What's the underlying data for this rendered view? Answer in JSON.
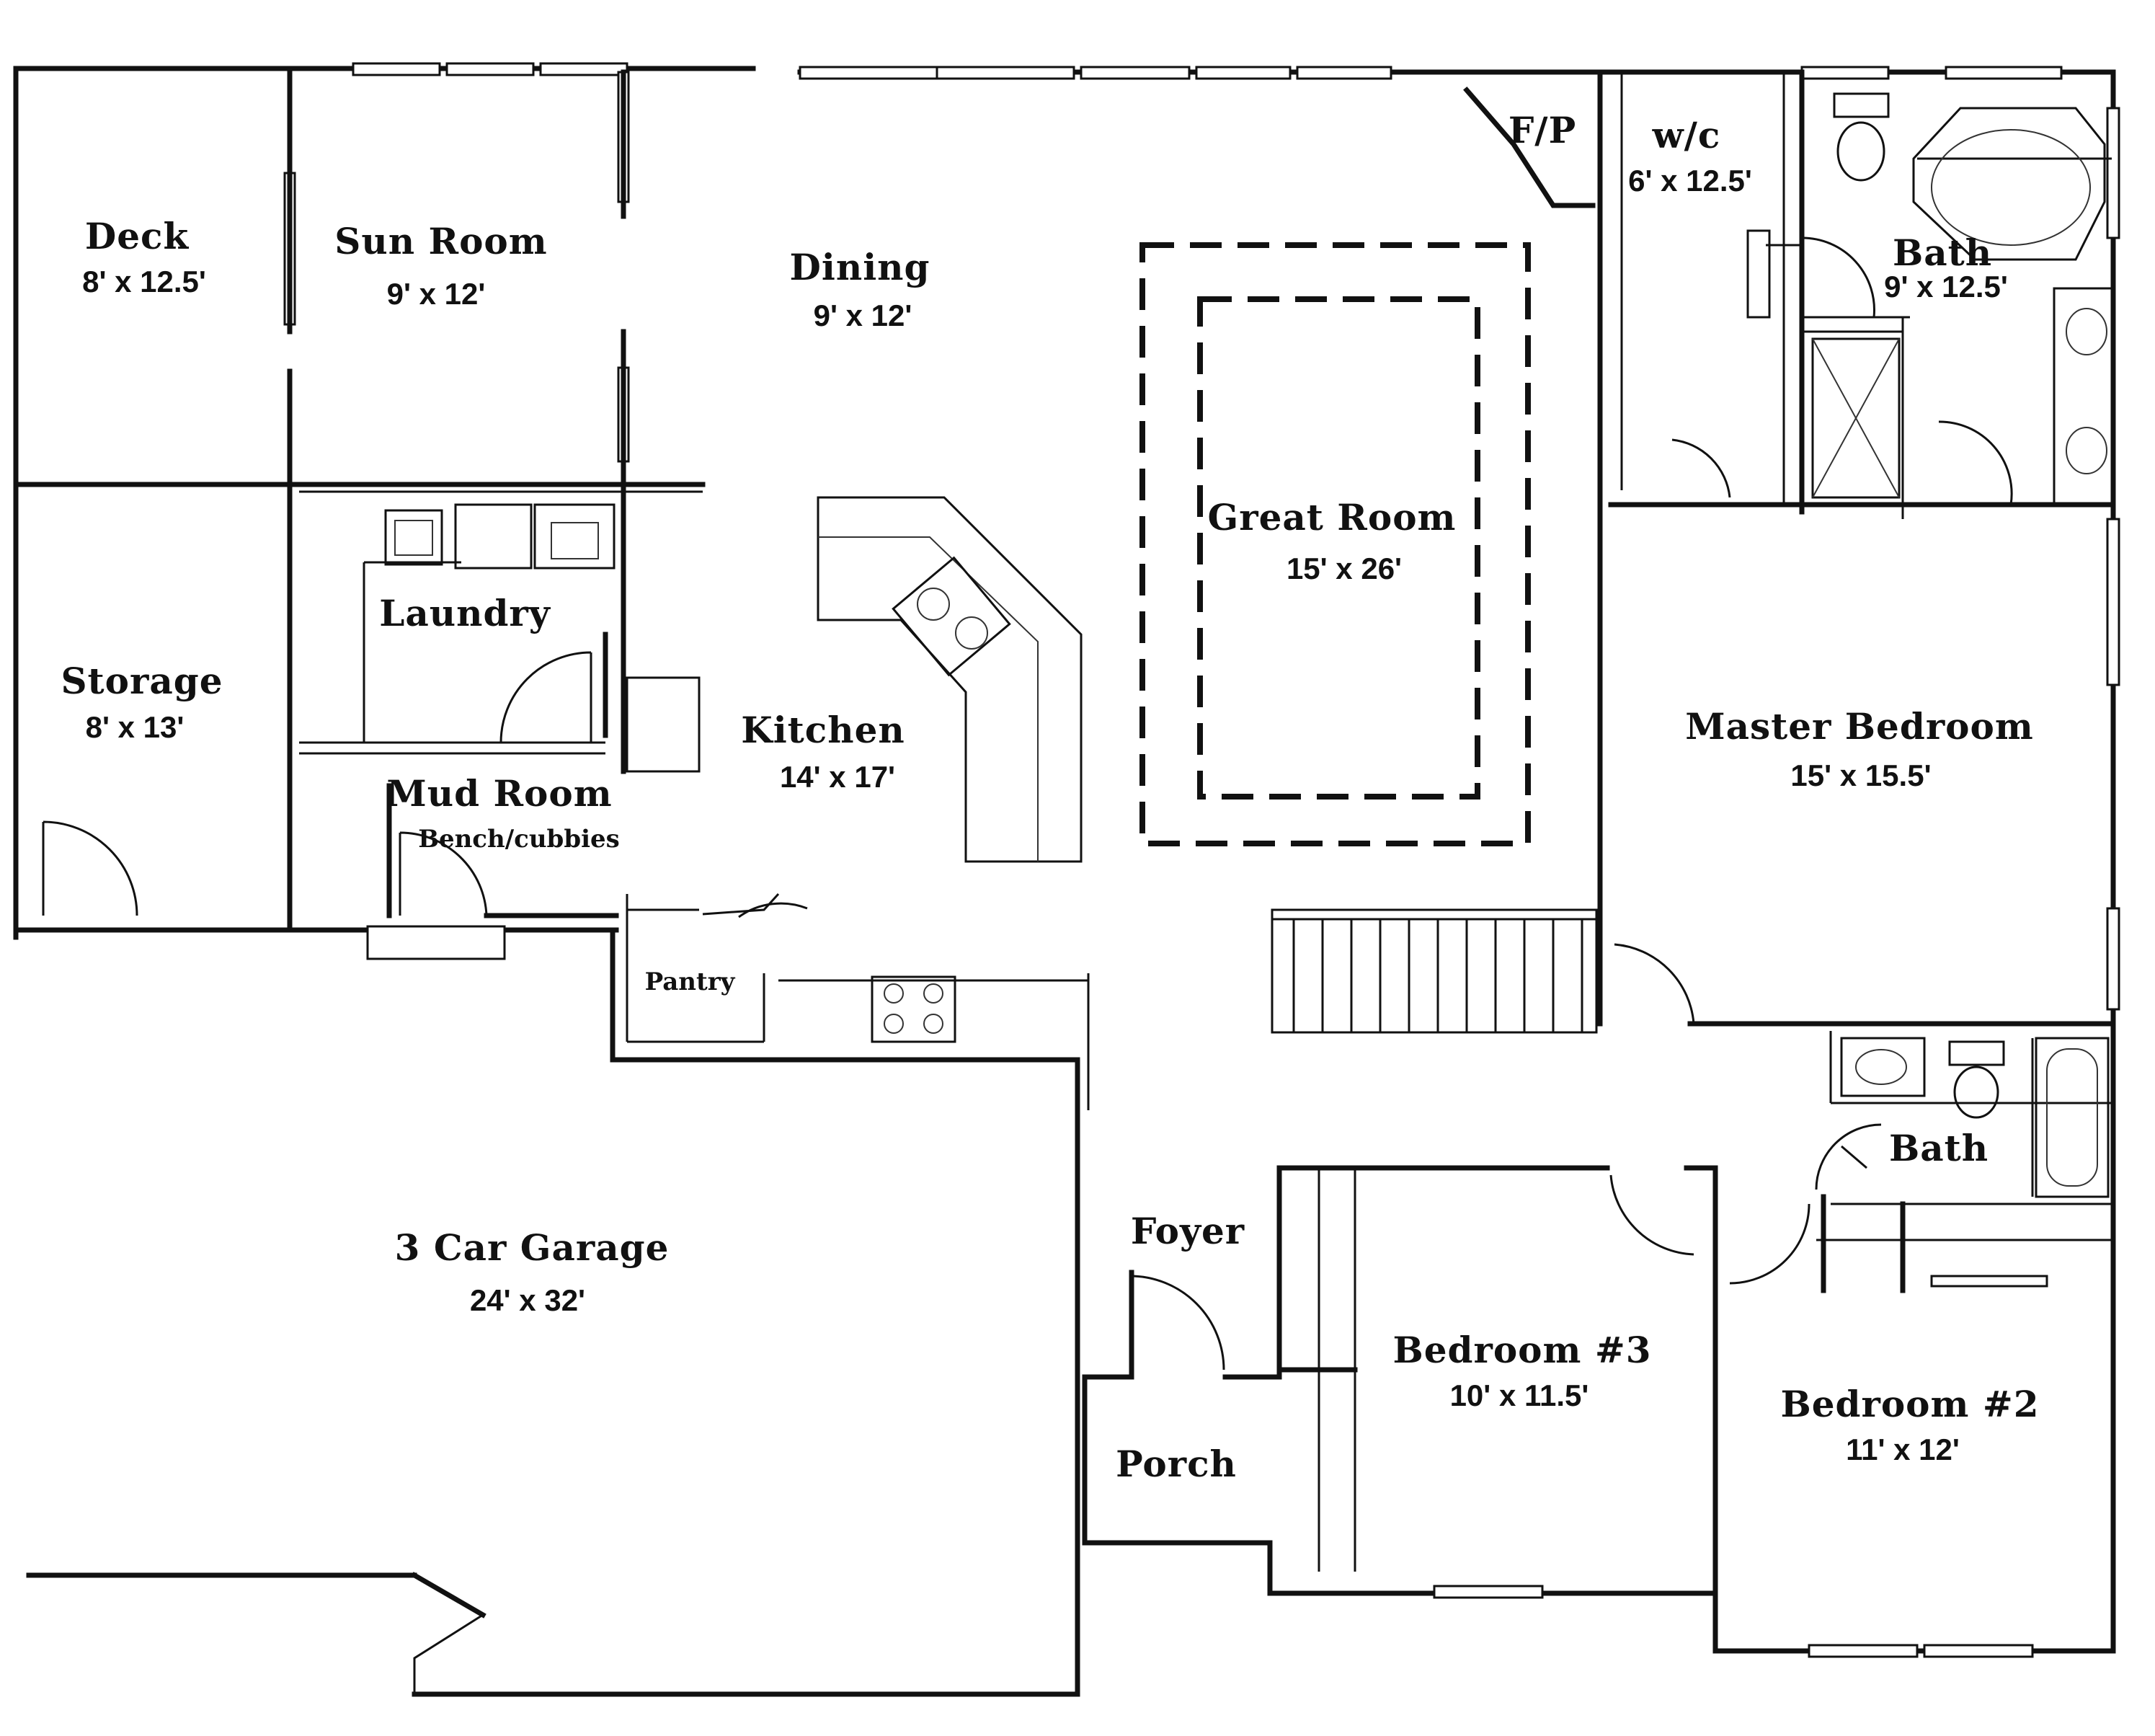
{
  "rooms": {
    "deck": {
      "name": "Deck",
      "size": "8' x 12.5'"
    },
    "sunroom": {
      "name": "Sun Room",
      "size": "9' x 12'"
    },
    "dining": {
      "name": "Dining",
      "size": "9' x 12'"
    },
    "fp": {
      "name": "F/P"
    },
    "wc": {
      "name": "w/c",
      "size": "6' x 12.5'"
    },
    "bath1": {
      "name": "Bath",
      "size": "9' x 12.5'"
    },
    "greatroom": {
      "name": "Great Room",
      "size": "15' x 26'"
    },
    "laundry": {
      "name": "Laundry"
    },
    "storage": {
      "name": "Storage",
      "size": "8' x 13'"
    },
    "kitchen": {
      "name": "Kitchen",
      "size": "14' x 17'"
    },
    "mudroom": {
      "name": "Mud Room",
      "note": "Bench/cubbies"
    },
    "master": {
      "name": "Master Bedroom",
      "size": "15' x 15.5'"
    },
    "pantry": {
      "name": "Pantry"
    },
    "bath2": {
      "name": "Bath"
    },
    "garage": {
      "name": "3 Car Garage",
      "size": "24' x 32'"
    },
    "foyer": {
      "name": "Foyer"
    },
    "bedroom3": {
      "name": "Bedroom #3",
      "size": "10' x 11.5'"
    },
    "bedroom2": {
      "name": "Bedroom #2",
      "size": "11' x 12'"
    },
    "porch": {
      "name": "Porch"
    }
  }
}
